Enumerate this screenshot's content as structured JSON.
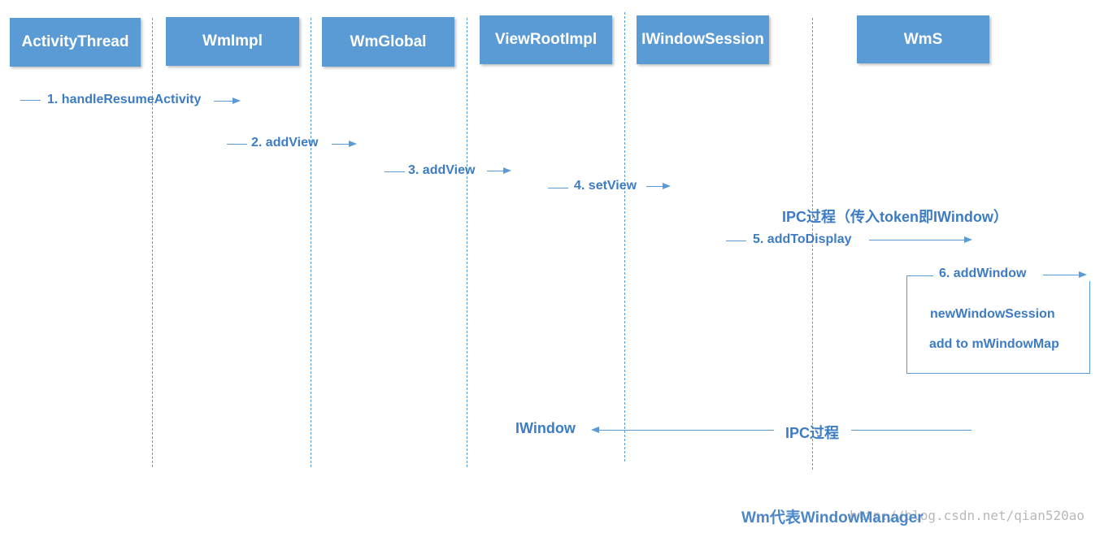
{
  "participants": {
    "activity_thread": "ActivityThread",
    "wm_impl": "WmImpl",
    "wm_global": "WmGlobal",
    "view_root_impl": "ViewRootImpl",
    "iwindow_session": "IWindowSession",
    "wms": "WmS"
  },
  "messages": {
    "m1": "1. handleResumeActivity",
    "m2": "2. addView",
    "m3": "3. addView",
    "m4": "4. setView",
    "m5": "5. addToDisplay",
    "m6": "6. addWindow"
  },
  "notes": {
    "ipc_token": "IPC过程（传入token即IWindow）",
    "new_window_session": "newWindowSession",
    "add_to_window_map": "add to mWindowMap",
    "return_ipc": "IPC过程",
    "return_iwindow": "IWindow"
  },
  "footer": {
    "note": "Wm代表WindowManager",
    "watermark": "http://blog.csdn.net/qian520ao"
  },
  "colors": {
    "box_fill": "#5b9bd5",
    "line": "#5b9bd5",
    "text": "#3d7cc4"
  }
}
